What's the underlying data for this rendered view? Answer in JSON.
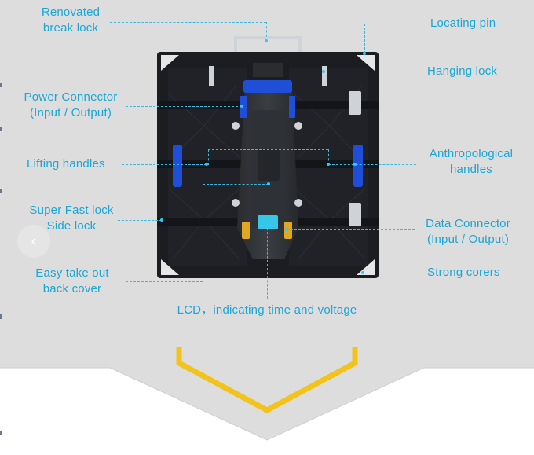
{
  "labels": {
    "renovated_break_lock": [
      "Renovated",
      "break lock"
    ],
    "locating_pin": "Locating pin",
    "hanging_lock": "Hanging lock",
    "power_connector": [
      "Power Connector",
      "(Input / Output)"
    ],
    "lifting_handles": "Lifting handles",
    "anthropological_handles": [
      "Anthropological",
      "handles"
    ],
    "super_fast_lock": [
      "Super Fast lock",
      "Side lock"
    ],
    "data_connector": [
      "Data Connector",
      "(Input / Output)"
    ],
    "easy_take_out": [
      "Easy take out",
      "back cover"
    ],
    "strong_corers": "Strong corers",
    "lcd": "LCD，indicating time and  voltage"
  },
  "colors": {
    "background": "#dddddd",
    "label": "#1aa7d6",
    "leader": "#3bb8e0",
    "cabinet": "#1b1d21",
    "accent_blue": "#1f4fd8",
    "chevron": "#f2c31b"
  },
  "icons": {
    "prev": "chevron-left-icon"
  }
}
